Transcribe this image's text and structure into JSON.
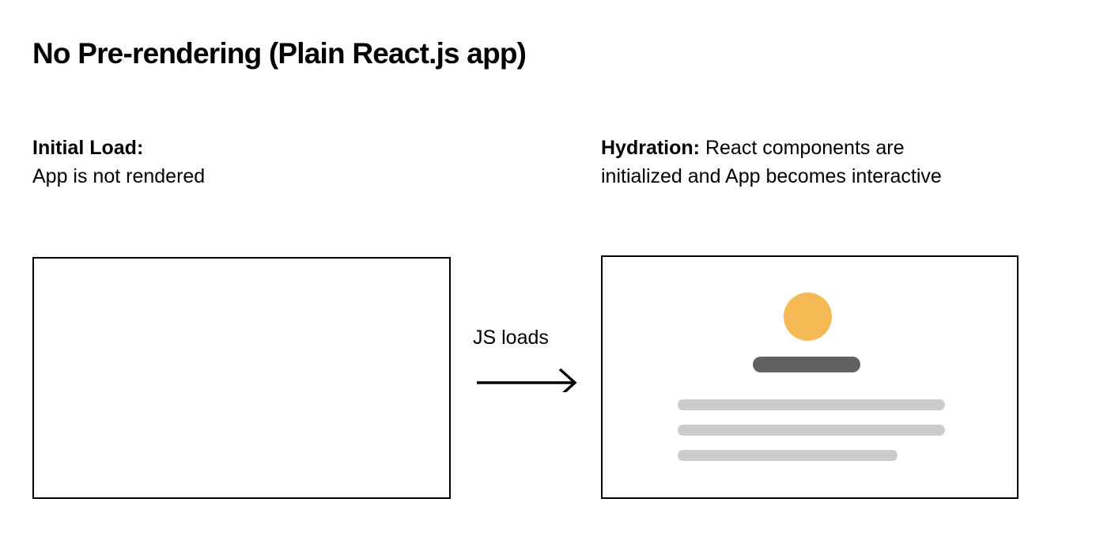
{
  "slide": {
    "title": "No Pre-rendering (Plain React.js app)",
    "background_color": "#ffffff",
    "text_color": "#000000"
  },
  "left_stage": {
    "label": "Initial Load:",
    "description": "App is not rendered",
    "frame": {
      "name": "empty-browser-frame",
      "border_color": "#000000",
      "content": "empty"
    }
  },
  "connector": {
    "label": "JS loads",
    "arrow": "arrow-right",
    "color": "#000000"
  },
  "right_stage": {
    "label": "Hydration:",
    "description_line1": "React components are",
    "description_line2": "initialized and App becomes interactive",
    "frame": {
      "name": "hydrated-browser-frame",
      "border_color": "#000000"
    },
    "skeleton": {
      "avatar": {
        "shape": "circle",
        "color": "#F5B955"
      },
      "heading_bar": {
        "shape": "rounded-bar",
        "color": "#616161"
      },
      "text_bars": [
        {
          "color": "#CCCCCC",
          "width": "full"
        },
        {
          "color": "#CCCCCC",
          "width": "full"
        },
        {
          "color": "#CCCCCC",
          "width": "short"
        }
      ]
    }
  }
}
